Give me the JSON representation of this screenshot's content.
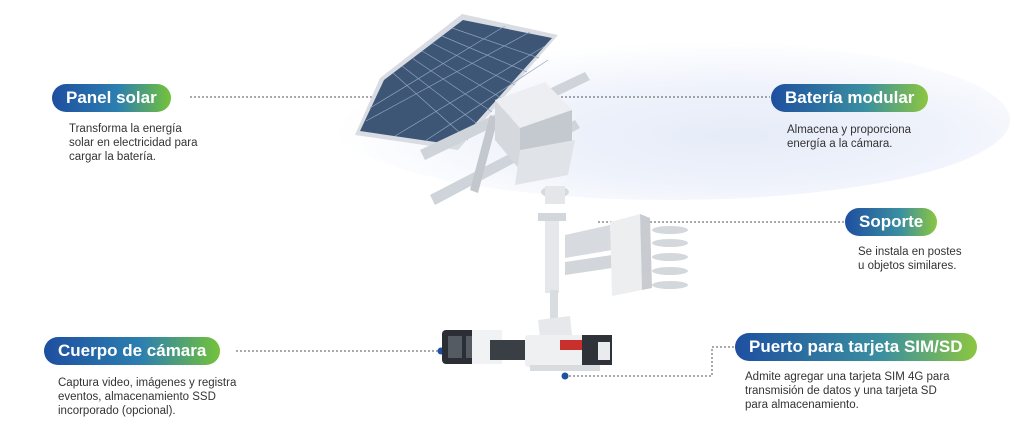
{
  "callouts": {
    "panel_solar": {
      "title": "Panel solar",
      "lines": [
        "Transforma la energía",
        "solar en electricidad para",
        "cargar la batería."
      ]
    },
    "bateria": {
      "title": "Batería modular",
      "lines": [
        "Almacena y proporciona",
        "energía a la cámara."
      ]
    },
    "soporte": {
      "title": "Soporte",
      "lines": [
        "Se instala en postes",
        "u objetos similares."
      ]
    },
    "cuerpo": {
      "title": "Cuerpo de cámara",
      "lines": [
        "Captura video, imágenes y registra",
        "eventos, almacenamiento SSD",
        "incorporado (opcional)."
      ]
    },
    "puerto": {
      "title": "Puerto para tarjeta SIM/SD",
      "lines": [
        "Admite agregar una tarjeta SIM 4G para",
        "transmisión de datos y una tarjeta SD",
        "para almacenamiento."
      ]
    }
  },
  "colors": {
    "pill_start": "#1e4fa0",
    "pill_end": "#8cc63f",
    "connector": "#1e4fa0"
  }
}
